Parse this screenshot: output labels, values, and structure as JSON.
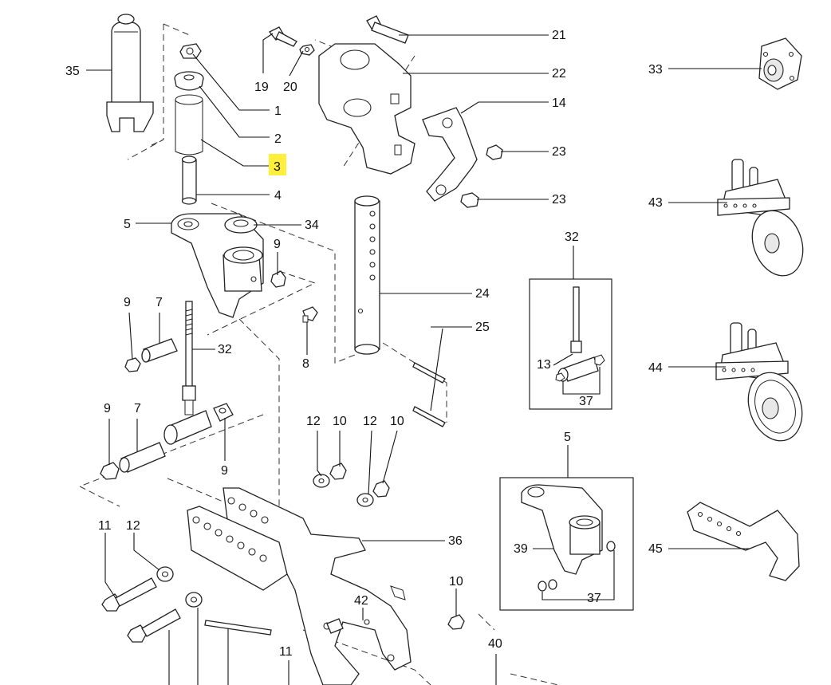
{
  "callouts": {
    "c1": "1",
    "c2": "2",
    "c3": "3",
    "c4": "4",
    "c5": "5",
    "c34": "34",
    "c35": "35",
    "c19": "19",
    "c20": "20",
    "c21": "21",
    "c22": "22",
    "c14": "14",
    "c23a": "23",
    "c23b": "23",
    "c24": "24",
    "c25": "25",
    "c9a": "9",
    "c9b": "9",
    "c9c": "9",
    "c9d": "9",
    "c7a": "7",
    "c7b": "7",
    "c32a": "32",
    "c8": "8",
    "c12a": "12",
    "c10a": "10",
    "c12b": "12",
    "c10b": "10",
    "c36": "36",
    "c11a": "11",
    "c12c": "12",
    "c42": "42",
    "c10c": "10",
    "c11b": "11",
    "c40": "40",
    "c32b": "32",
    "c13": "13",
    "c37a": "37",
    "c5b": "5",
    "c39": "39",
    "c37b": "37",
    "c33": "33",
    "c43": "43",
    "c44": "44",
    "c45": "45"
  },
  "highlight": {
    "color": "#ffee3a",
    "label": "3"
  }
}
